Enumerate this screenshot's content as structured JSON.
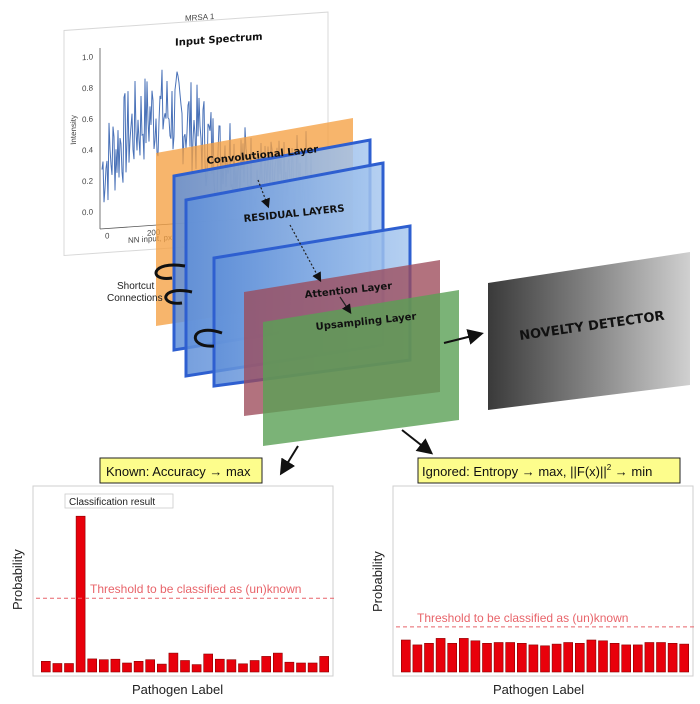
{
  "spectrum": {
    "title": "MRSA 1",
    "subtitle": "Input Spectrum",
    "ylabel": "Intensity",
    "xlabel": "NN input, px",
    "yticks": [
      "1.0",
      "0.8",
      "0.6",
      "0.4",
      "0.2",
      "0.0"
    ],
    "xticks": [
      "0",
      "200"
    ]
  },
  "layers": {
    "conv": "Convolutional Layer",
    "residual": "RESIDUAL LAYERS",
    "attention": "Attention Layer",
    "upsampling": "Upsampling Layer",
    "shortcut_line1": "Shortcut",
    "shortcut_line2": "Connections"
  },
  "novelty_detector": "NOVELTY DETECTOR",
  "known_box": "Known: Accuracy → max",
  "ignored_box": {
    "prefix": "Ignored: Entropy → max, ||F(x)||",
    "sup": "2",
    "suffix": " → min"
  },
  "chart_data": [
    {
      "type": "bar",
      "ylabel": "Probability",
      "xlabel": "Pathogen Label",
      "threshold": 0.45,
      "threshold_label": "Threshold to be classified as (un)known",
      "annotation": "Classification result",
      "ylim": [
        0,
        1
      ],
      "values": [
        0.065,
        0.052,
        0.052,
        0.95,
        0.08,
        0.075,
        0.078,
        0.055,
        0.065,
        0.075,
        0.048,
        0.115,
        0.07,
        0.045,
        0.11,
        0.078,
        0.075,
        0.05,
        0.07,
        0.095,
        0.115,
        0.06,
        0.055,
        0.055,
        0.095
      ]
    },
    {
      "type": "bar",
      "ylabel": "Probability",
      "xlabel": "Pathogen Label",
      "threshold": 0.275,
      "threshold_label": "Threshold to be classified as (un)known",
      "ylim": [
        0,
        1
      ],
      "values": [
        0.195,
        0.165,
        0.175,
        0.205,
        0.175,
        0.205,
        0.19,
        0.175,
        0.18,
        0.18,
        0.175,
        0.165,
        0.16,
        0.17,
        0.18,
        0.175,
        0.195,
        0.19,
        0.175,
        0.165,
        0.165,
        0.18,
        0.18,
        0.175,
        0.17
      ]
    }
  ]
}
